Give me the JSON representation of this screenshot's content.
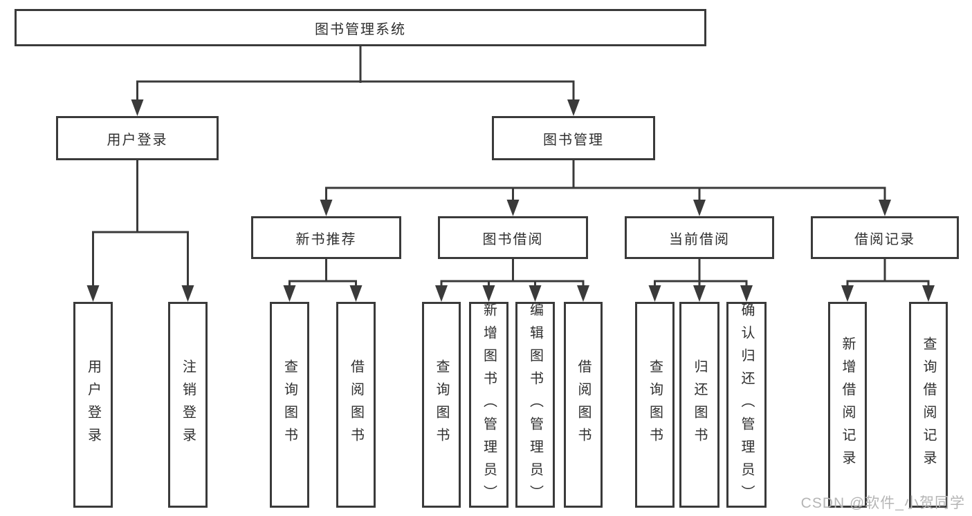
{
  "diagram": {
    "type": "hierarchy-tree",
    "root": {
      "label": "图书管理系统",
      "children": [
        {
          "label": "用户登录",
          "children": [
            {
              "label": "用户登录"
            },
            {
              "label": "注销登录"
            }
          ]
        },
        {
          "label": "图书管理",
          "children": [
            {
              "label": "新书推荐",
              "children": [
                {
                  "label": "查询图书"
                },
                {
                  "label": "借阅图书"
                }
              ]
            },
            {
              "label": "图书借阅",
              "children": [
                {
                  "label": "查询图书"
                },
                {
                  "label": "新增图书（管理员）"
                },
                {
                  "label": "编辑图书（管理员）"
                },
                {
                  "label": "借阅图书"
                }
              ]
            },
            {
              "label": "当前借阅",
              "children": [
                {
                  "label": "查询图书"
                },
                {
                  "label": "归还图书"
                },
                {
                  "label": "确认归还（管理员）"
                }
              ]
            },
            {
              "label": "借阅记录",
              "children": [
                {
                  "label": "新增借阅记录"
                },
                {
                  "label": "查询借阅记录"
                }
              ]
            }
          ]
        }
      ]
    },
    "colors": {
      "line": "#3a3a3a",
      "text": "#2f2f2f",
      "background": "#ffffff",
      "watermark": "#b5b5b5"
    }
  },
  "watermark": {
    "text": "CSDN @软件_小贺同学"
  }
}
